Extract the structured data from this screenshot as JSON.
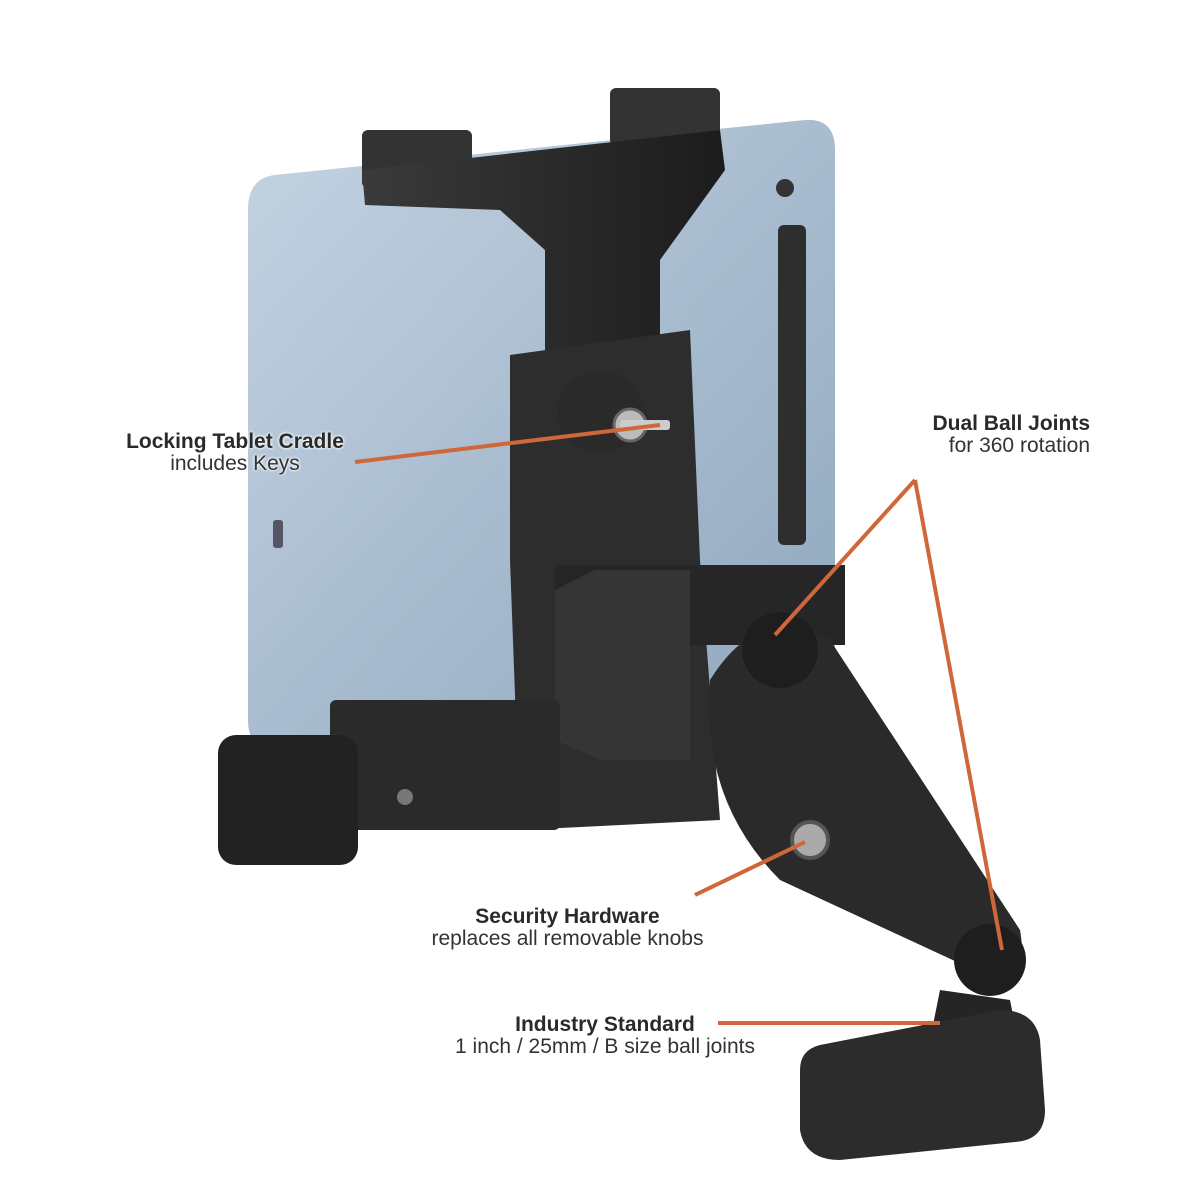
{
  "callouts": {
    "cradle": {
      "title": "Locking Tablet Cradle",
      "subtitle": "includes Keys"
    },
    "joints": {
      "title": "Dual Ball Joints",
      "subtitle": "for 360 rotation"
    },
    "security": {
      "title": "Security Hardware",
      "subtitle": "replaces all removable knobs"
    },
    "standard": {
      "title": "Industry Standard",
      "subtitle": "1 inch / 25mm / B size ball joints"
    }
  },
  "colors": {
    "accent": "#d0673a",
    "tablet": "#a9bccf",
    "mount": "#2b2b2b"
  }
}
